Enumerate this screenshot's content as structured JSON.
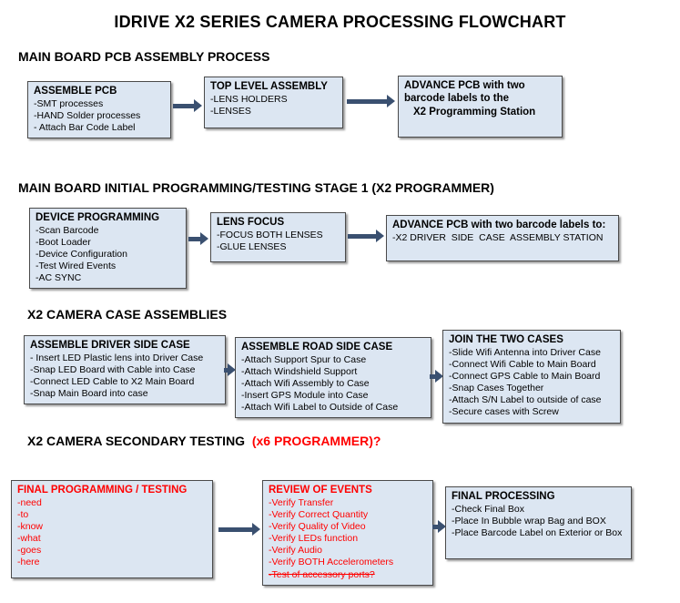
{
  "title": "IDRIVE X2  SERIES CAMERA PROCESSING FLOWCHART",
  "colors": {
    "box_fill": "#dce6f2",
    "box_border": "#4a4a4a",
    "arrow": "#3a5070",
    "red_text": "#ff0000"
  },
  "sections": [
    {
      "heading": "MAIN BOARD PCB ASSEMBLY PROCESS",
      "boxes": [
        {
          "title": "ASSEMBLE PCB",
          "lines": [
            "-SMT processes",
            "-HAND Solder processes",
            "- Attach Bar Code Label"
          ]
        },
        {
          "title": "TOP LEVEL ASSEMBLY",
          "lines": [
            "-LENS HOLDERS",
            "-LENSES"
          ]
        },
        {
          "title": "ADVANCE PCB with two barcode labels to the",
          "lines": [
            "X2 Programming Station"
          ]
        }
      ]
    },
    {
      "heading": "MAIN BOARD INITIAL PROGRAMMING/TESTING STAGE 1 (X2 PROGRAMMER)",
      "boxes": [
        {
          "title": "DEVICE PROGRAMMING",
          "lines": [
            "-Scan Barcode",
            "-Boot Loader",
            "-Device Configuration",
            "-Test Wired Events",
            "-AC SYNC"
          ]
        },
        {
          "title": "LENS FOCUS",
          "lines": [
            "-FOCUS BOTH LENSES",
            "-GLUE LENSES"
          ]
        },
        {
          "title": "ADVANCE PCB with two barcode labels to:",
          "lines": [
            "-X2 DRIVER  SIDE  CASE  ASSEMBLY STATION"
          ]
        }
      ]
    },
    {
      "heading": "X2 CAMERA CASE ASSEMBLIES",
      "boxes": [
        {
          "title": "ASSEMBLE DRIVER SIDE CASE",
          "lines": [
            "- Insert LED Plastic lens into Driver Case",
            "-Snap LED Board with Cable into Case",
            "-Connect LED Cable to X2 Main Board",
            "-Snap Main Board into case"
          ]
        },
        {
          "title": "ASSEMBLE ROAD SIDE CASE",
          "lines": [
            "-Attach Support Spur to Case",
            "-Attach Windshield Support",
            "-Attach Wifi Assembly to Case",
            "-Insert GPS Module into Case",
            "-Attach Wifi Label to Outside of Case"
          ]
        },
        {
          "title": "JOIN THE TWO CASES",
          "lines": [
            "-Slide Wifi Antenna into Driver Case",
            "-Connect Wifi Cable to Main Board",
            "-Connect GPS Cable to Main Board",
            "-Snap Cases Together",
            "-Attach S/N Label to outside of case",
            "-Secure cases with Screw"
          ]
        }
      ]
    },
    {
      "heading": "X2 CAMERA SECONDARY TESTING ",
      "heading_red": " (x6 PROGRAMMER)?",
      "boxes": [
        {
          "title": "FINAL PROGRAMMING / TESTING",
          "lines": [
            "-need",
            "-to",
            "-know",
            "-what",
            "-goes",
            "-here"
          ]
        },
        {
          "title": "REVIEW OF EVENTS",
          "lines": [
            "-Verify Transfer",
            "-Verify Correct Quantity",
            "-Verify Quality of Video",
            "-Verify LEDs function",
            "-Verify Audio",
            "-Verify BOTH Accelerometers",
            "-Test of accessory ports?"
          ]
        },
        {
          "title": "FINAL PROCESSING",
          "lines": [
            "-Check Final Box",
            "-Place In Bubble wrap Bag and BOX",
            "-Place Barcode Label on Exterior or Box"
          ]
        }
      ]
    }
  ]
}
